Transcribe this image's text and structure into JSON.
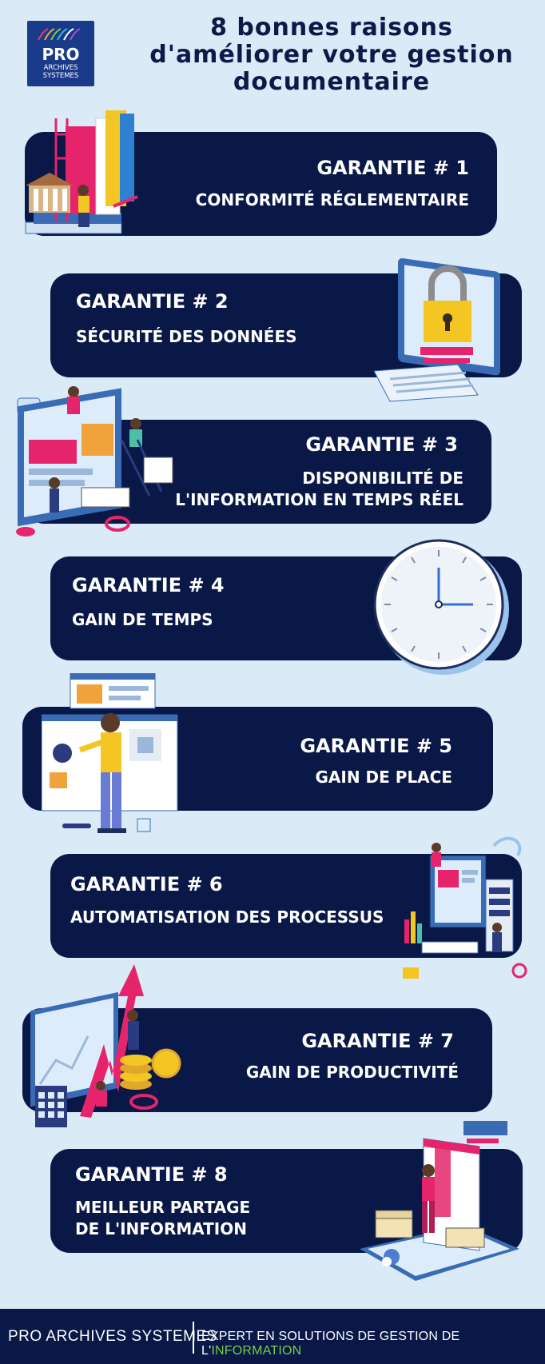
{
  "logo": {
    "brand": "PRO",
    "line1": "ARCHIVES",
    "line2": "SYSTEMES"
  },
  "title": {
    "line1": "8 bonnes raisons",
    "line2": "d'améliorer votre gestion",
    "line3": "documentaire"
  },
  "cards": [
    {
      "heading": "GARANTIE # 1",
      "line1": "CONFORMITÉ RÉGLEMENTAIRE",
      "line2": "",
      "illustration": "books-library-icon"
    },
    {
      "heading": "GARANTIE # 2",
      "line1": "SÉCURITÉ  DES DONNÉES",
      "line2": "",
      "illustration": "secure-computer-icon"
    },
    {
      "heading": "GARANTIE # 3",
      "line1": "DISPONIBILITÉ DE",
      "line2": "L'INFORMATION EN TEMPS RÉEL",
      "illustration": "realtime-dashboard-icon"
    },
    {
      "heading": "GARANTIE # 4",
      "line1": "GAIN DE TEMPS",
      "line2": "",
      "illustration": "clock-icon"
    },
    {
      "heading": "GARANTIE # 5",
      "line1": "GAIN DE PLACE",
      "line2": "",
      "illustration": "presenter-board-icon"
    },
    {
      "heading": "GARANTIE # 6",
      "line1": "AUTOMATISATION DES PROCESSUS",
      "line2": "",
      "illustration": "servers-workflow-icon"
    },
    {
      "heading": "GARANTIE # 7",
      "line1": "GAIN DE PRODUCTIVITÉ",
      "line2": "",
      "illustration": "growth-chart-icon"
    },
    {
      "heading": "GARANTIE # 8",
      "line1": "MEILLEUR PARTAGE",
      "line2": "DE L'INFORMATION",
      "illustration": "document-sharing-icon"
    }
  ],
  "footer": {
    "brand": "PRO ARCHIVES SYSTEMES",
    "tagline_prefix": "EXPERT EN SOLUTIONS DE GESTION DE L'",
    "tagline_highlight": "INFORMATION"
  },
  "colors": {
    "background": "#daeaf6",
    "card": "#091847",
    "title": "#0d1947",
    "logo_bg": "#1a3a8a",
    "accent_green": "#7ccb4a",
    "accent_pink": "#e5246b"
  }
}
